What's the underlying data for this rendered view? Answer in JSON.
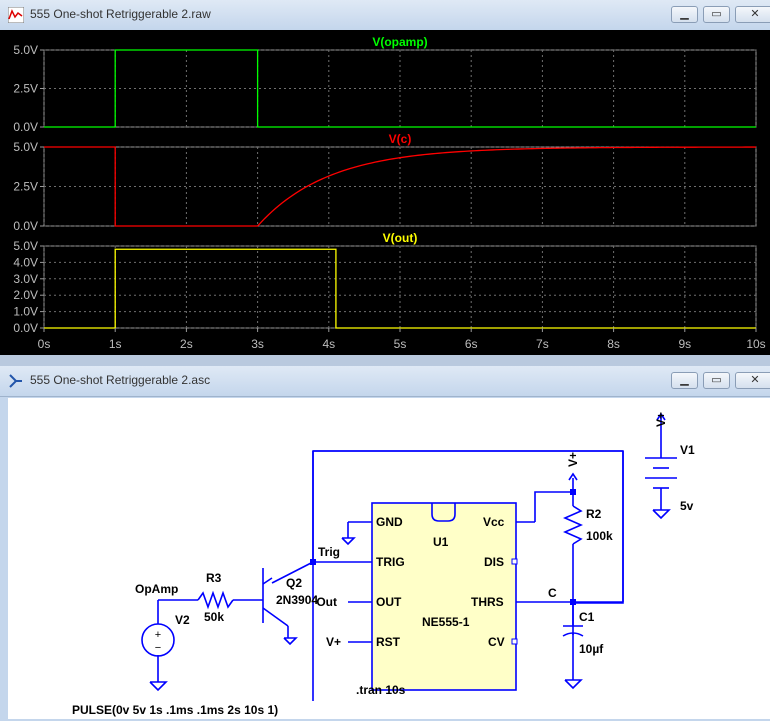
{
  "plot_window": {
    "title": "555 One-shot Retriggerable 2.raw",
    "icon": "waveform-icon",
    "controls": {
      "minimize": "▁",
      "restore": "▭",
      "close": "✕"
    }
  },
  "schematic_window": {
    "title": "555 One-shot Retriggerable 2.asc",
    "icon": "ltspice-schematic-icon",
    "controls": {
      "minimize": "▁",
      "restore": "▭",
      "close": "✕"
    }
  },
  "chart_data": [
    {
      "type": "line",
      "title": "V(opamp)",
      "color": "#00ff00",
      "ylim": [
        0,
        5
      ],
      "yticks": [
        "5.0V",
        "2.5V",
        "0.0V"
      ],
      "x": [
        0,
        1,
        1,
        3,
        3,
        10
      ],
      "values": [
        0,
        0,
        5,
        5,
        0,
        0
      ]
    },
    {
      "type": "line",
      "title": "V(c)",
      "color": "#ff0000",
      "ylim": [
        0,
        5
      ],
      "yticks": [
        "5.0V",
        "2.5V",
        "0.0V"
      ],
      "x": [
        0,
        1,
        1,
        3,
        3.25,
        3.5,
        3.75,
        4,
        4.5,
        5,
        5.5,
        6,
        7,
        8,
        10
      ],
      "values": [
        5,
        5,
        0,
        0,
        1.1,
        1.97,
        2.64,
        3.16,
        3.88,
        4.32,
        4.59,
        4.75,
        4.91,
        4.97,
        5
      ]
    },
    {
      "type": "line",
      "title": "V(out)",
      "color": "#ffff00",
      "ylim": [
        0,
        5
      ],
      "yticks": [
        "5.0V",
        "4.0V",
        "3.0V",
        "2.0V",
        "1.0V",
        "0.0V"
      ],
      "x": [
        0,
        1,
        1,
        4.1,
        4.1,
        10
      ],
      "values": [
        0,
        0,
        4.8,
        4.8,
        0,
        0
      ]
    }
  ],
  "xaxis": {
    "ticks": [
      "0s",
      "1s",
      "2s",
      "3s",
      "4s",
      "5s",
      "6s",
      "7s",
      "8s",
      "9s",
      "10s"
    ],
    "xlim": [
      0,
      10
    ]
  },
  "schematic": {
    "labels": {
      "gnd": "GND",
      "trig_pin": "TRIG",
      "out_pin": "OUT",
      "rst_pin": "RST",
      "vcc_pin": "Vcc",
      "dis_pin": "DIS",
      "thrs_pin": "THRS",
      "cv_pin": "CV",
      "u1": "U1",
      "ne555": "NE555-1",
      "trig_net": "Trig",
      "out_net": "Out",
      "vplus_rst": "V+",
      "r2": "R2",
      "r2_val": "100k",
      "c_net": "C",
      "c1": "C1",
      "c1_val": "10µf",
      "vplus_top": "V+",
      "vplus_v1": "V+",
      "v1": "V1",
      "v1_val": "5v",
      "opamp_net": "OpAmp",
      "r3": "R3",
      "r3_val": "50k",
      "q2": "Q2",
      "q2_model": "2N3904",
      "v2": "V2",
      "pulse": "PULSE(0v 5v 1s .1ms .1ms 2s 10s 1)",
      "tran": ".tran 10s"
    }
  }
}
